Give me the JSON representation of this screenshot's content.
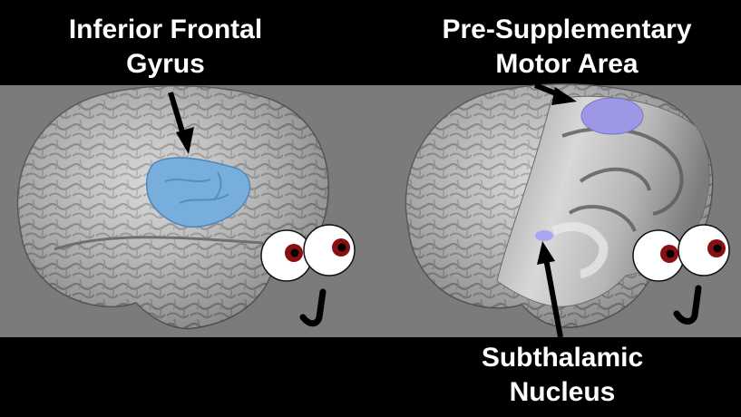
{
  "labels": {
    "inferior_frontal_gyrus": [
      "Inferior Frontal",
      "Gyrus"
    ],
    "pre_sma": [
      "Pre-Supplementary",
      "Motor Area"
    ],
    "subthalamic_nucleus": [
      "Subthalamic",
      "Nucleus"
    ]
  },
  "colors": {
    "background_band": "#7b7b7b",
    "frame": "#000000",
    "brain_surface": "#cfcfcf",
    "ifg_region": "#78aedc",
    "pre_sma_region": "#9c98e6",
    "stn_region": "#a9a6ee",
    "eye_iris": "#8a0f12",
    "label_text": "#ffffff"
  }
}
